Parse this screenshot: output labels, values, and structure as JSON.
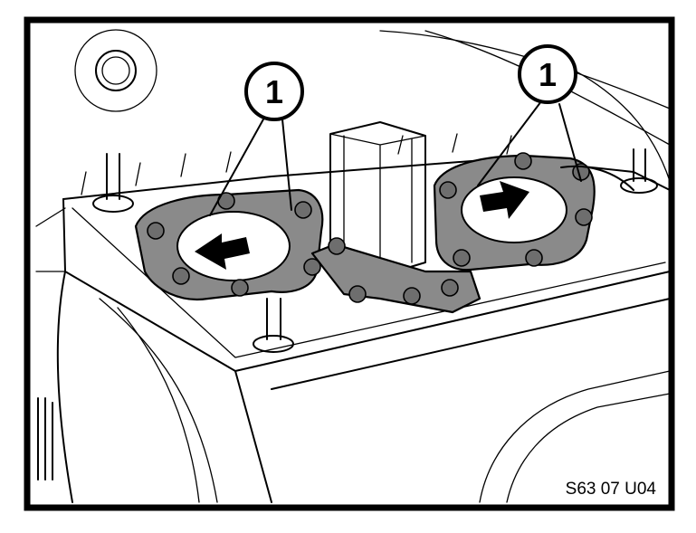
{
  "figure": {
    "callouts": [
      {
        "label": "1"
      },
      {
        "label": "1"
      }
    ],
    "figure_code": "S63 07 U04",
    "colors": {
      "ink": "#000000",
      "paper": "#ffffff",
      "gasket": "#8a8a8a"
    }
  }
}
